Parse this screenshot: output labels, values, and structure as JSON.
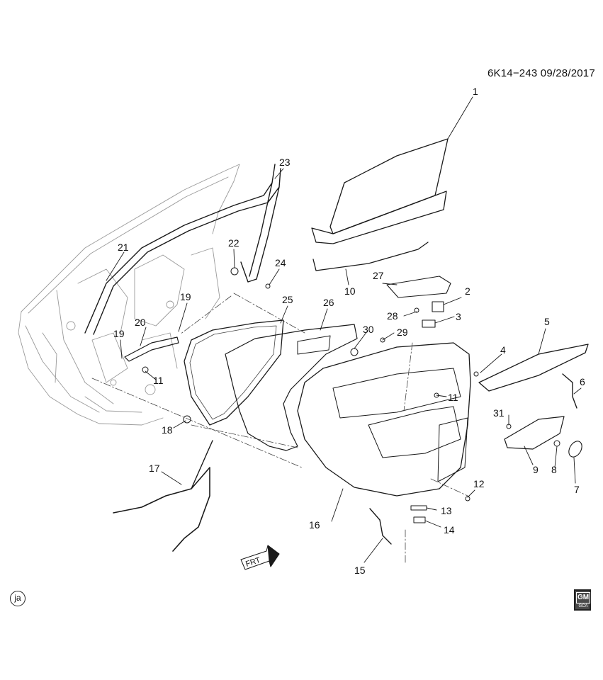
{
  "header": {
    "code": "6K14−243  09/28/2017"
  },
  "callouts": [
    "1",
    "2",
    "3",
    "4",
    "5",
    "6",
    "7",
    "8",
    "9",
    "10",
    "11",
    "11",
    "12",
    "13",
    "14",
    "15",
    "16",
    "17",
    "18",
    "19",
    "19",
    "20",
    "21",
    "22",
    "23",
    "24",
    "25",
    "26",
    "27",
    "28",
    "29",
    "30",
    "31"
  ],
  "front_arrow": {
    "label": "FRT"
  },
  "badge": {
    "label": "ja"
  },
  "logo": {
    "top": "GM",
    "bottom": "GCA"
  }
}
